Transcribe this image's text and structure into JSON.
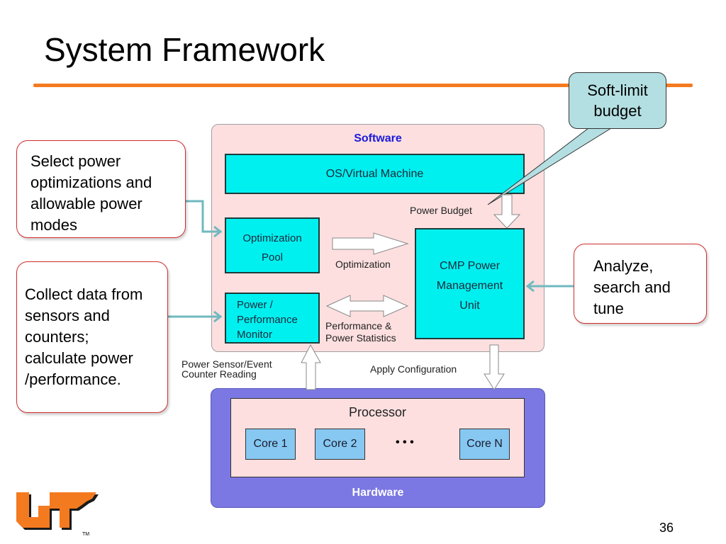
{
  "slide": {
    "title": "System Framework",
    "page_number": "36",
    "accent_color": "#f47a20"
  },
  "diagram": {
    "software": {
      "label": "Software",
      "os_vm": "OS/Virtual Machine",
      "optimization_pool": [
        "Optimization",
        "Pool"
      ],
      "power_performance_monitor": [
        "Power /",
        "Performance",
        "Monitor"
      ],
      "cmp_unit": [
        "CMP Power",
        "Management",
        "Unit"
      ],
      "power_budget_label": "Power Budget",
      "optimization_label": "Optimization",
      "perf_stats_label": [
        "Performance &",
        "Power Statistics"
      ]
    },
    "flow_labels": {
      "sensor_reading": [
        "Power Sensor/Event",
        "Counter Reading"
      ],
      "apply_config": "Apply Configuration"
    },
    "hardware": {
      "label": "Hardware",
      "processor_label": "Processor",
      "cores": [
        "Core 1",
        "Core 2",
        "Core N"
      ],
      "ellipsis": "• • •"
    },
    "callouts": {
      "select": [
        "Select power",
        "optimizations and",
        "allowable power",
        "modes"
      ],
      "collect": [
        "Collect data from",
        "sensors and",
        "counters;",
        "calculate power",
        "/performance."
      ],
      "analyze": [
        "Analyze,",
        "search and",
        "tune"
      ],
      "soft_limit": [
        "Soft-limit",
        "budget"
      ]
    },
    "colors": {
      "software_bg": "#fddfdf",
      "module_fill": "#00f0f0",
      "hardware_bg": "#7b78e3",
      "core_fill": "#86c8f2",
      "connector": "#6fb9bf",
      "callout_border": "#d02b2b",
      "soft_limit_fill": "#b4dfe2",
      "software_label": "#1a1adc"
    }
  },
  "logo": {
    "tm": "TM"
  }
}
